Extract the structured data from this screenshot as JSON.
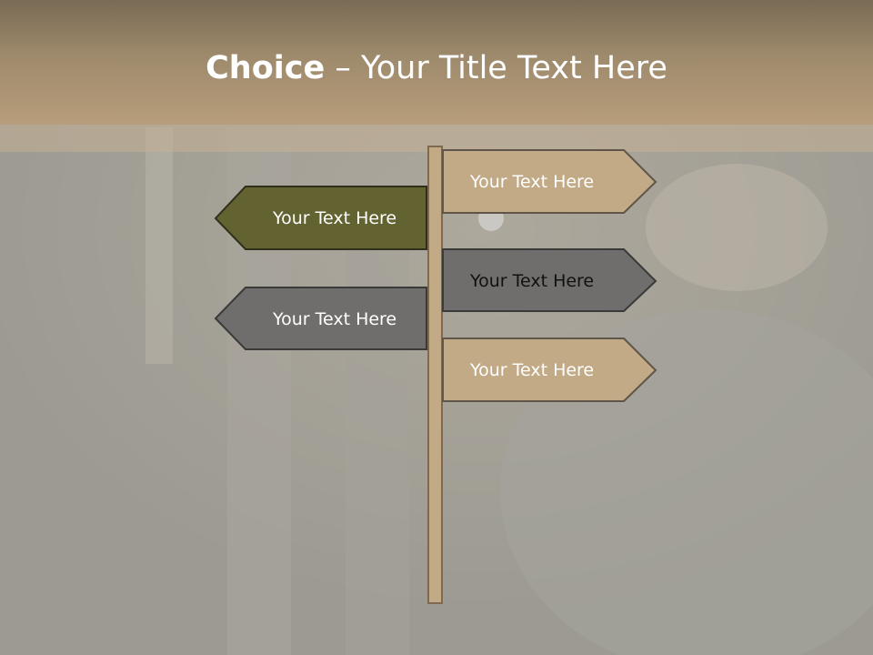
{
  "slide": {
    "title_bold": "Choice",
    "title_rest": " – Your Title Text Here"
  },
  "colors": {
    "header": "#a08b6c",
    "sign_tan": "#c3aa86",
    "sign_olive": "#636231",
    "sign_gray": "#6f6e6c",
    "post": "#c3aa86",
    "stroke": "#3f3a30"
  },
  "signs": [
    {
      "label": "Your Text Here",
      "direction": "right",
      "color": "#c3aa86"
    },
    {
      "label": "Your Text Here",
      "direction": "left",
      "color": "#636231"
    },
    {
      "label": "Your Text Here",
      "direction": "right",
      "color": "#6f6e6c"
    },
    {
      "label": "Your Text Here",
      "direction": "left",
      "color": "#6f6e6c"
    },
    {
      "label": "Your Text Here",
      "direction": "right",
      "color": "#c3aa86"
    }
  ]
}
